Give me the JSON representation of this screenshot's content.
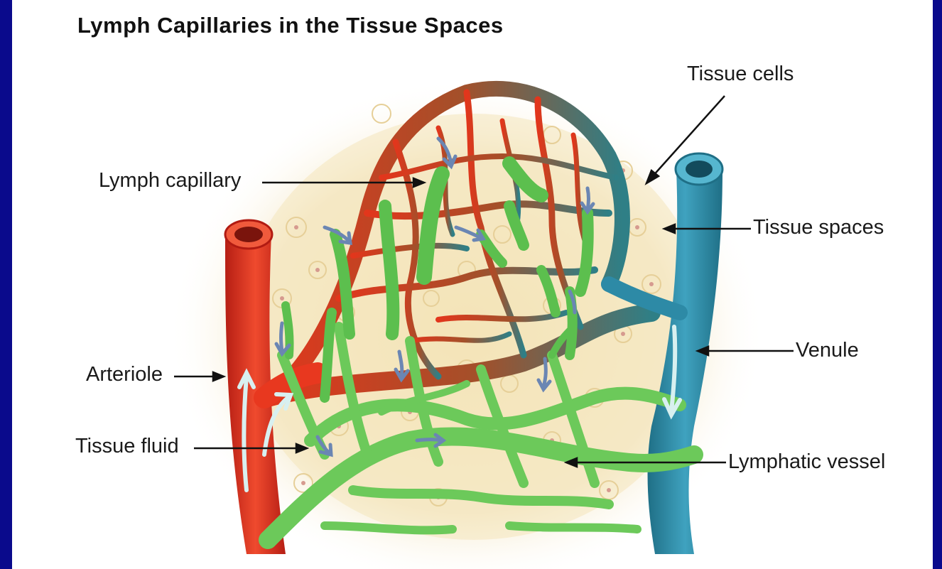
{
  "title": "Lymph Capillaries in the Tissue Spaces",
  "labels": {
    "tissue_cells": "Tissue cells",
    "lymph_capillary": "Lymph capillary",
    "tissue_spaces": "Tissue spaces",
    "venule": "Venule",
    "arteriole": "Arteriole",
    "tissue_fluid": "Tissue fluid",
    "lymphatic_vessel": "Lymphatic vessel"
  },
  "colors": {
    "slide_background": "#0a0a8c",
    "arteriole": "#d8321e",
    "venule": "#2d8aa6",
    "lymphatic": "#6cc95a",
    "tissue": "#f6e9c4"
  }
}
